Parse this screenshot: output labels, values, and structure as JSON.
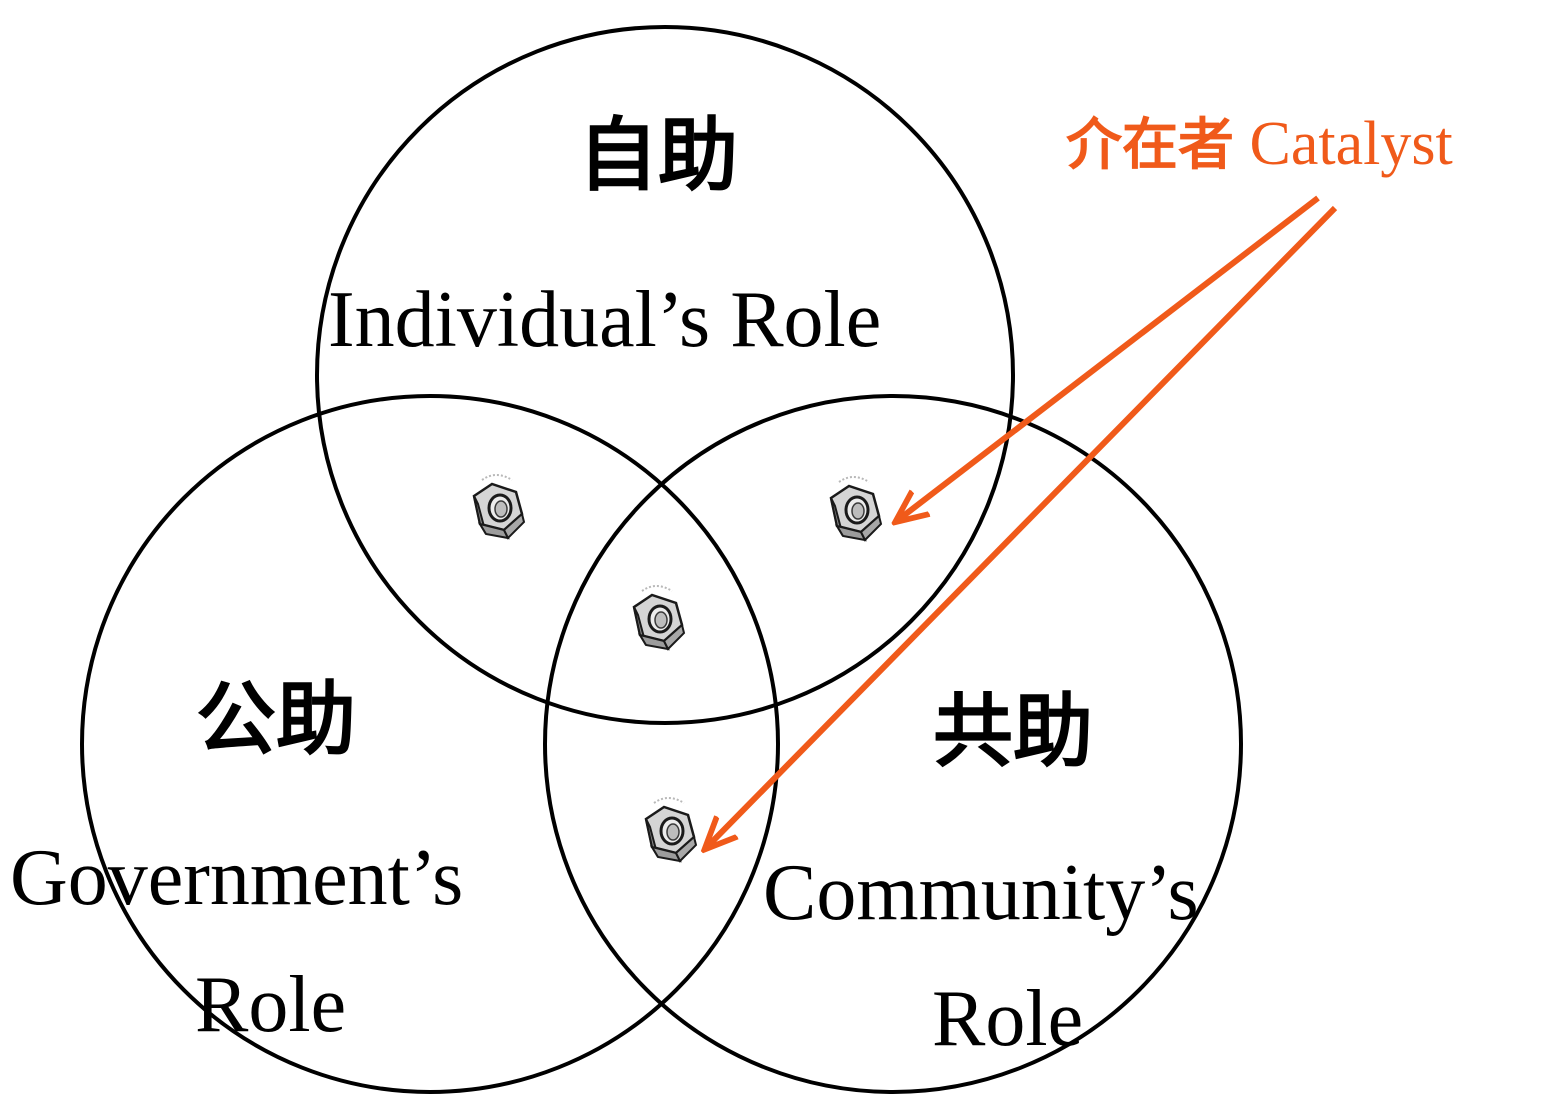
{
  "circles": {
    "top": {
      "kanji": "自助",
      "role": "Individual’s Role"
    },
    "left": {
      "kanji": "公助",
      "role_line1": "Government’s",
      "role_line2": "Role"
    },
    "right": {
      "kanji": "共助",
      "role_line1": "Community’s",
      "role_line2": "Role"
    }
  },
  "catalyst": {
    "ja": "介在者",
    "en": "Catalyst",
    "color": "#f05a1a"
  },
  "icons": [
    "hex-nut-icon",
    "hex-nut-icon",
    "hex-nut-icon",
    "hex-nut-icon"
  ]
}
